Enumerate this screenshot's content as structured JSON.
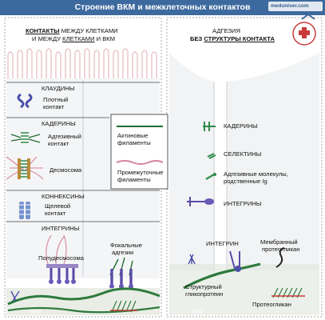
{
  "title": "Строение ВКМ и межклеточных контактов",
  "watermark": "meduniver.com",
  "left": {
    "heading": {
      "strong": "КОНТАКТЫ",
      "rest": " МЕЖДУ КЛЕТКАМИ",
      "line2_pre": "И МЕЖДУ ",
      "line2_u": "КЛЕТКАМИ",
      "line2_post": " И ВКМ"
    },
    "claudins": {
      "label": "КЛАУДИНЫ",
      "item1": "Плотный",
      "item2": "контакт"
    },
    "cadherins": {
      "label": "КАДЕРИНЫ",
      "item1": "Адгезивный",
      "item2": "контакт",
      "item3": "Десмосома"
    },
    "connexins": {
      "label": "КОННЕКСИНЫ",
      "item1": "Щелевой",
      "item2": "контакт"
    },
    "integrins": {
      "label": "ИНТЕГРИНЫ",
      "hemidesmosome": "Полудесмосома",
      "focal1": "Фокальные",
      "focal2": "адгезии"
    },
    "ecm": "ВКМ"
  },
  "legend": {
    "actin1": "Актиновые",
    "actin2": "филаменты",
    "inter1": "Промежуточные",
    "inter2": "филаменты"
  },
  "right": {
    "heading": {
      "line1": "АДГЕЗИЯ",
      "line2_pre": "БЕЗ ",
      "line2_u": "СТРУКТУРЫ КОНТАКТА"
    },
    "cadherins": "КАДЕРИНЫ",
    "selectins": "СЕЛЕКТИНЫ",
    "adhesion1": "Адгезивные молекулы,",
    "adhesion2": "родственные Ig",
    "integrins": "ИНТЕГРИНЫ",
    "integrin": "ИНТЕГРИН",
    "membrane1": "Мембранный",
    "membrane2": "протеогликан",
    "struct1": "Структурный",
    "struct2": "гликопротеин",
    "proteoglycan": "Протеогликан",
    "ecm": "ВКМ"
  },
  "colors": {
    "title_bar": "#3d6a9e",
    "cell": "#eceef0",
    "microvilli": "#e6b9bd",
    "divider": "#444444",
    "claudin": "#4a4fa8",
    "cadherin": "#2e8b4a",
    "connexin": "#4a6fbf",
    "integrin": "#5a4aa8",
    "intermediate": "#d6849a",
    "actin": "#1f6b34",
    "ecm_fiber": "#2e7a3c"
  }
}
